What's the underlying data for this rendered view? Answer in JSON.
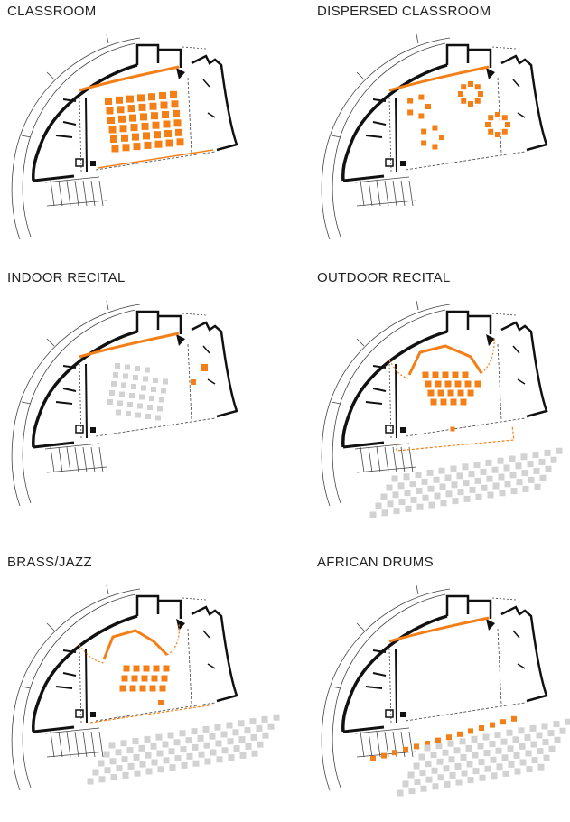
{
  "colors": {
    "accent": "#f47f16",
    "seat_gray": "#d2d2d2",
    "wall": "#111111",
    "line": "#444444"
  },
  "panels": [
    {
      "title": "CLASSROOM",
      "layout": "classroom"
    },
    {
      "title": "DISPERSED CLASSROOM",
      "layout": "dispersed"
    },
    {
      "title": "INDOOR RECITAL",
      "layout": "indoor"
    },
    {
      "title": "OUTDOOR RECITAL",
      "layout": "outdoor"
    },
    {
      "title": "BRASS/JAZZ",
      "layout": "brass"
    },
    {
      "title": "AFRICAN DRUMS",
      "layout": "drums"
    }
  ]
}
